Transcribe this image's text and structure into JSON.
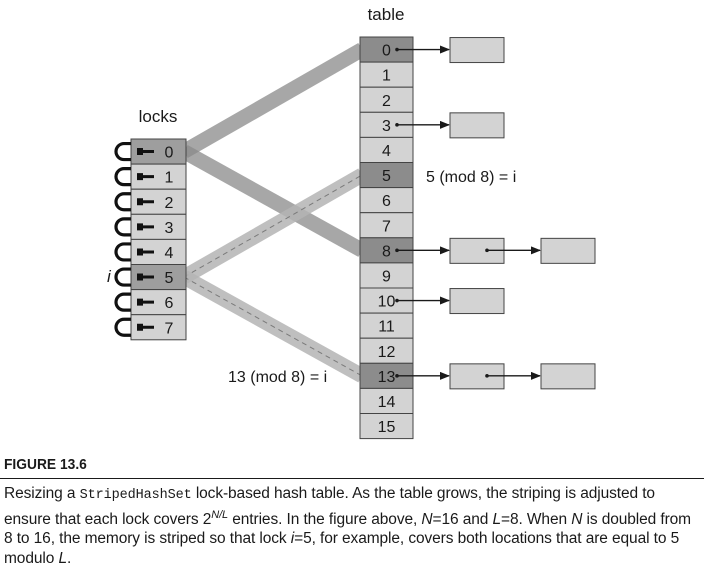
{
  "figure": {
    "table_title": "table",
    "locks_title": "locks",
    "table_indices": [
      "0",
      "1",
      "2",
      "3",
      "4",
      "5",
      "6",
      "7",
      "8",
      "9",
      "10",
      "11",
      "12",
      "13",
      "14",
      "15"
    ],
    "lock_indices": [
      "0",
      "1",
      "2",
      "3",
      "4",
      "5",
      "6",
      "7"
    ],
    "highlighted_table_rows": [
      0,
      5,
      8,
      13
    ],
    "highlighted_lock_rows": [
      0,
      5
    ],
    "lock_i_label": "i",
    "annotation_mod5": "5 (mod 8) = i",
    "annotation_mod13": "13 (mod 8) = i",
    "entries": [
      {
        "row": 0,
        "nodes": 1
      },
      {
        "row": 3,
        "nodes": 1
      },
      {
        "row": 8,
        "nodes": 2
      },
      {
        "row": 10,
        "nodes": 1
      },
      {
        "row": 13,
        "nodes": 2
      }
    ],
    "stripes": [
      {
        "lock": 0,
        "row": 0,
        "style": "solid"
      },
      {
        "lock": 0,
        "row": 8,
        "style": "solid"
      },
      {
        "lock": 5,
        "row": 5,
        "style": "dashed"
      },
      {
        "lock": 5,
        "row": 13,
        "style": "dashed"
      }
    ],
    "colors": {
      "cell": "#d3d3d3",
      "cell_highlight": "#8c8c8c",
      "lock_highlight": "#9e9e9e",
      "stripe": "#8a8a8a",
      "stripe_light": "#b4b4b4"
    }
  },
  "caption": {
    "title": "FIGURE 13.6",
    "t1": "Resizing a ",
    "code": "StripedHashSet",
    "t2": " lock-based hash table. As the table grows, the striping is adjusted to ensure that each lock covers 2",
    "sup": "N/L",
    "t3": " entries. In the figure above, ",
    "n1": "N",
    "t4": "=16 and ",
    "l1": "L",
    "t5": "=8. When ",
    "n2": "N",
    "t6": " is doubled from 8 to 16, the memory is striped so that lock ",
    "i1": "i",
    "t7": "=5, for example, covers both locations that are equal to 5 modulo ",
    "l2": "L",
    "t8": "."
  }
}
